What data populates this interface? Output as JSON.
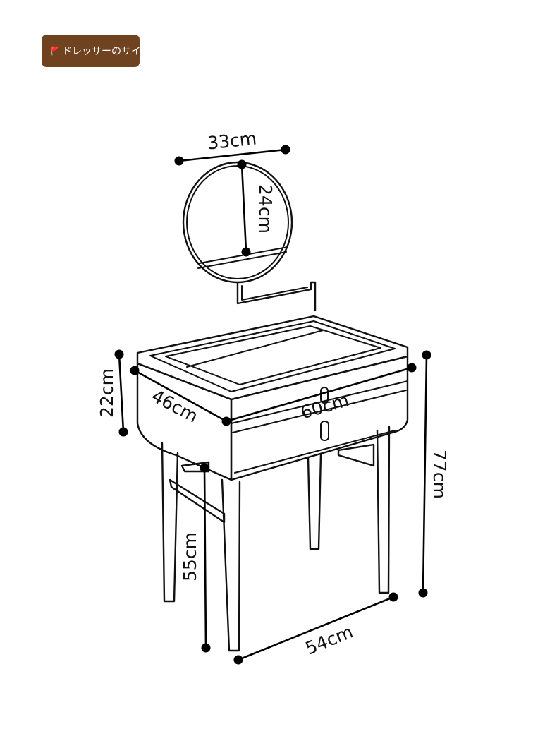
{
  "header": {
    "badge_icon": "furniture-icon",
    "badge_text": "ドレッサーのサイズ",
    "badge_color": "#6f4320"
  },
  "dimensions": {
    "mirror_width": "33cm",
    "mirror_height": "24cm",
    "drawer_height": "22cm",
    "depth": "46cm",
    "width": "60cm",
    "total_height": "77cm",
    "seat_height": "55cm",
    "leg_span": "54cm"
  }
}
